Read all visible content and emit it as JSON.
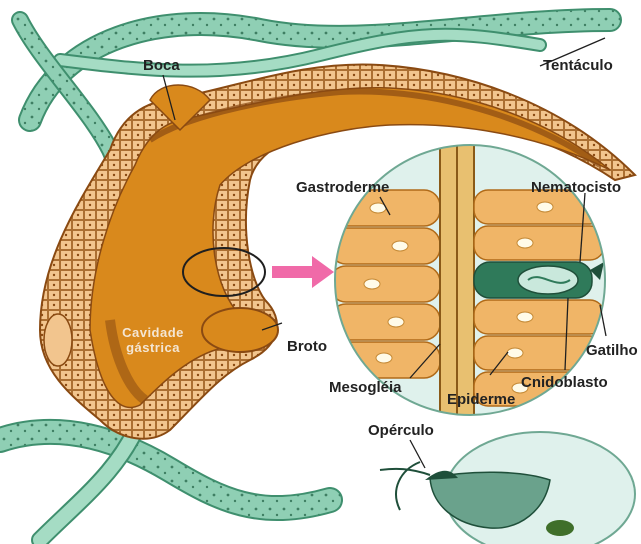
{
  "labels": {
    "boca": "Boca",
    "tentaculo": "Tentáculo",
    "gastroderme": "Gastroderme",
    "nematocisto": "Nematocisto",
    "cavidade_line1": "Cavidade",
    "cavidade_line2": "gástrica",
    "broto": "Broto",
    "gatilho": "Gatilho",
    "cnidoblasto": "Cnidoblasto",
    "mesogleia": "Mesogléia",
    "epiderme": "Epiderme",
    "operculo": "Opérculo"
  },
  "colors": {
    "tentacle": "#8fcfb4",
    "tentacle_dark": "#3f8f6e",
    "body_orange": "#d9891c",
    "body_brown": "#8a4a12",
    "cell_light": "#f4c58a",
    "arrow_pink": "#f06aa8",
    "lens_bg": "#dff1ec"
  }
}
